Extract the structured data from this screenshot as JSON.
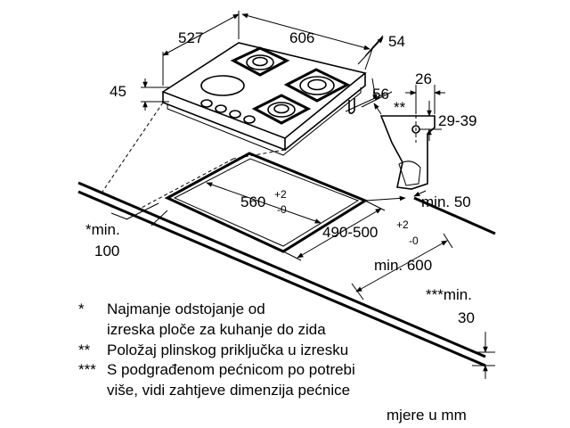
{
  "dimensions": {
    "d527": "527",
    "d606": "606",
    "d54": "54",
    "d45": "45",
    "d56": "56",
    "d26": "26",
    "d29_39": "29-39",
    "stars2": "**",
    "d560": "560",
    "d560_tol_plus": "+2",
    "d560_tol_minus": "-0",
    "d490_500": "490-500",
    "d490_tol_plus": "+2",
    "d490_tol_minus": "-0",
    "min50": "min. 50",
    "min100_a": "*min.",
    "min100_b": "100",
    "min600": "min. 600",
    "min30_a": "***min.",
    "min30_b": "30"
  },
  "notes": [
    {
      "marker": "*",
      "text": "Najmanje odstojanje od"
    },
    {
      "marker": "",
      "text": "izreska ploče za kuhanje do zida"
    },
    {
      "marker": "**",
      "text": "Položaj plinskog priključka u izresku"
    },
    {
      "marker": "***",
      "text": "S podgrađenom pećnicom po potrebi"
    },
    {
      "marker": "",
      "text": "više, vidi zahtjeve dimenzija pećnice"
    }
  ],
  "units": "mjere u mm"
}
